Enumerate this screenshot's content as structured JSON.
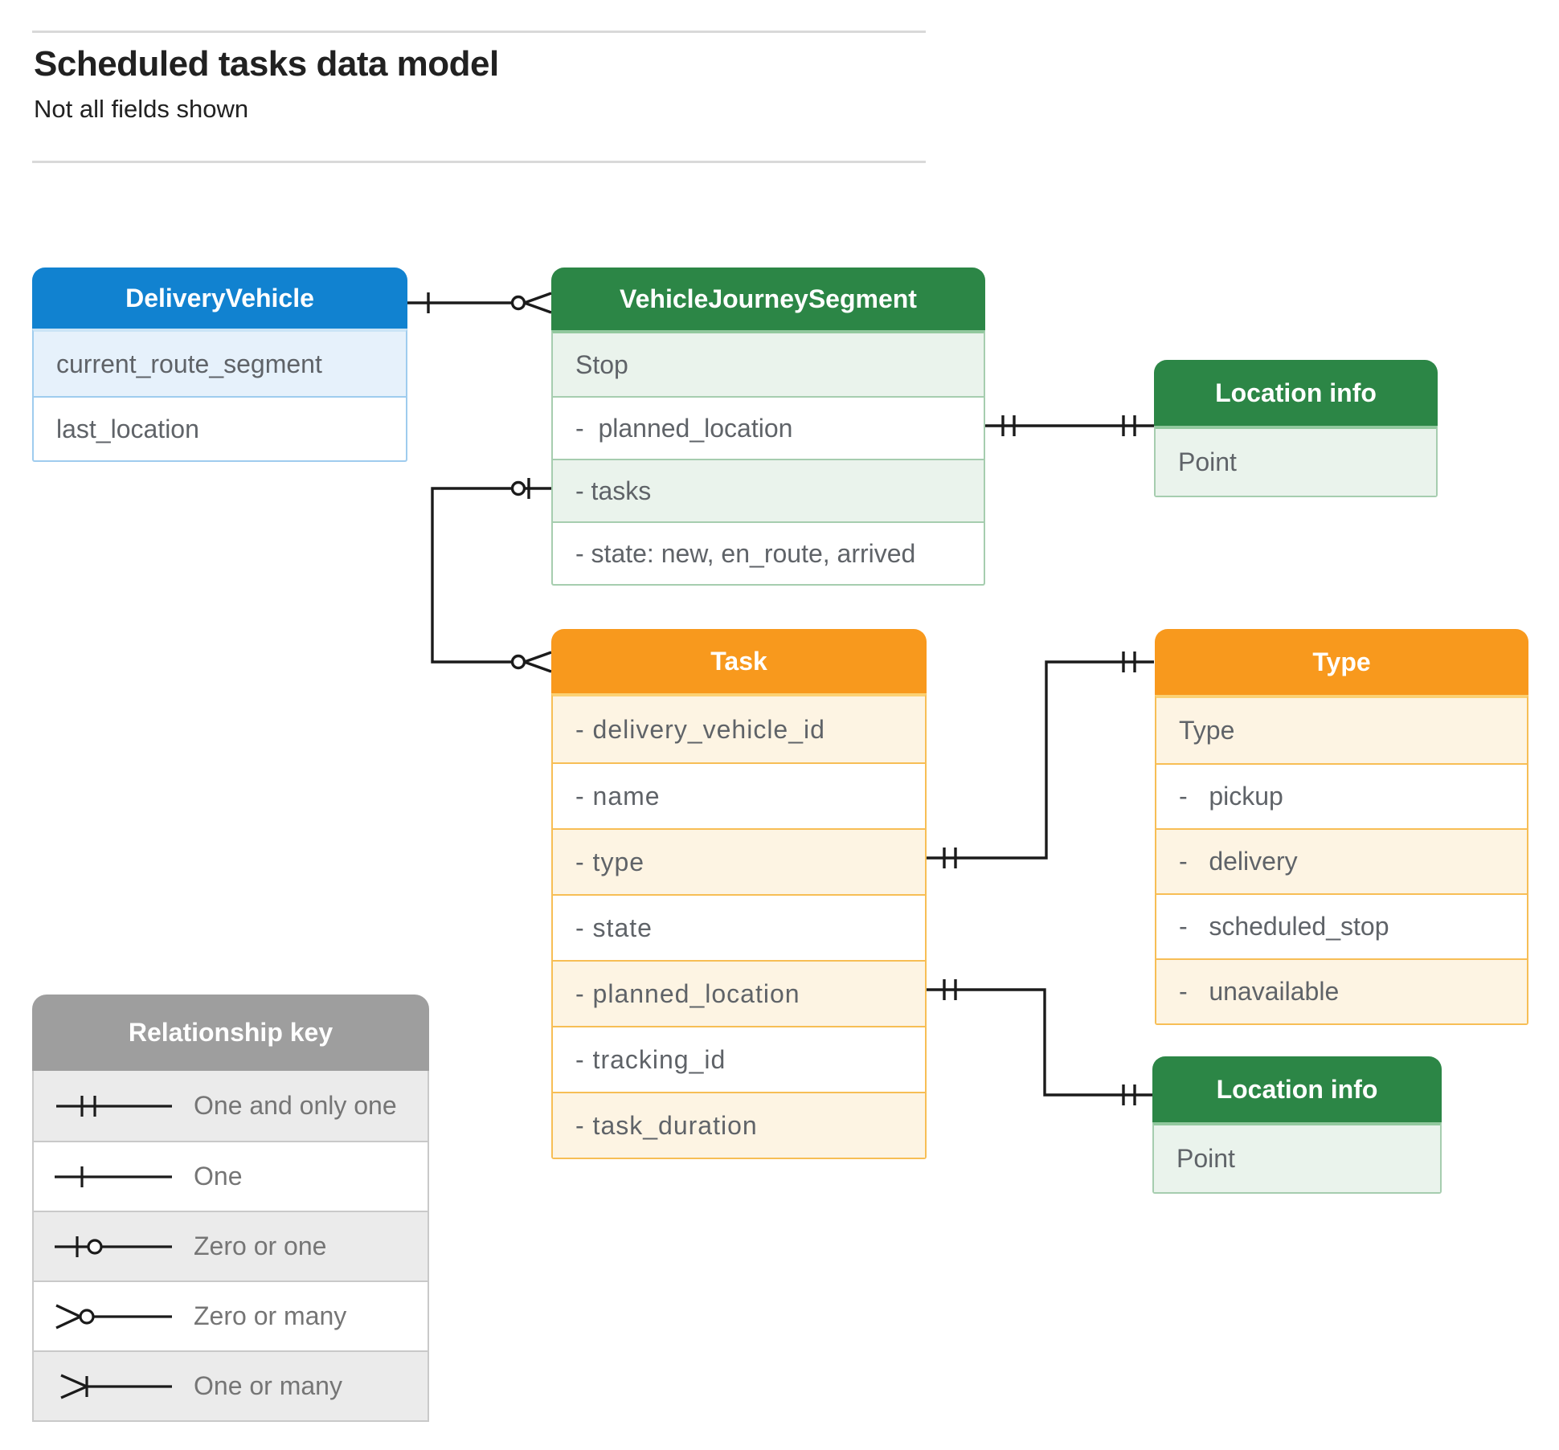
{
  "page": {
    "title": "Scheduled tasks data model",
    "subtitle": "Not all fields shown"
  },
  "colors": {
    "blue_header": "#1182d0",
    "blue_tint": "#e6f1fb",
    "green_header": "#2c8646",
    "green_tint": "#eaf3ec",
    "orange_header": "#f8991d",
    "orange_tint": "#fdf4e3",
    "gray_header": "#9e9e9e",
    "gray_tint": "#ebebeb",
    "connector_stroke": "#1b1b1b",
    "rule_gray": "#d9d9d9",
    "row_text": "#5f6368",
    "legend_text": "#757575"
  },
  "entities": {
    "delivery_vehicle": {
      "title": "DeliveryVehicle",
      "rows": [
        "current_route_segment",
        "last_location"
      ]
    },
    "vehicle_journey_segment": {
      "title": "VehicleJourneySegment",
      "rows": [
        "Stop",
        "-  planned_location",
        "- tasks",
        "- state: new, en_route, arrived"
      ]
    },
    "location_info_top": {
      "title": "Location info",
      "rows": [
        "Point"
      ]
    },
    "task": {
      "title": "Task",
      "rows": [
        "- delivery_vehicle_id",
        "- name",
        "- type",
        "- state",
        "- planned_location",
        "- tracking_id",
        "- task_duration"
      ]
    },
    "type": {
      "title": "Type",
      "rows": [
        "Type",
        "-   pickup",
        "-   delivery",
        "-   scheduled_stop",
        "-   unavailable"
      ]
    },
    "location_info_bottom": {
      "title": "Location info",
      "rows": [
        "Point"
      ]
    }
  },
  "legend": {
    "title": "Relationship key",
    "items": [
      {
        "symbol": "one-and-only-one",
        "label": "One and only one"
      },
      {
        "symbol": "one",
        "label": "One"
      },
      {
        "symbol": "zero-or-one",
        "label": "Zero or one"
      },
      {
        "symbol": "zero-or-many",
        "label": "Zero or many"
      },
      {
        "symbol": "one-or-many",
        "label": "One or many"
      }
    ]
  }
}
